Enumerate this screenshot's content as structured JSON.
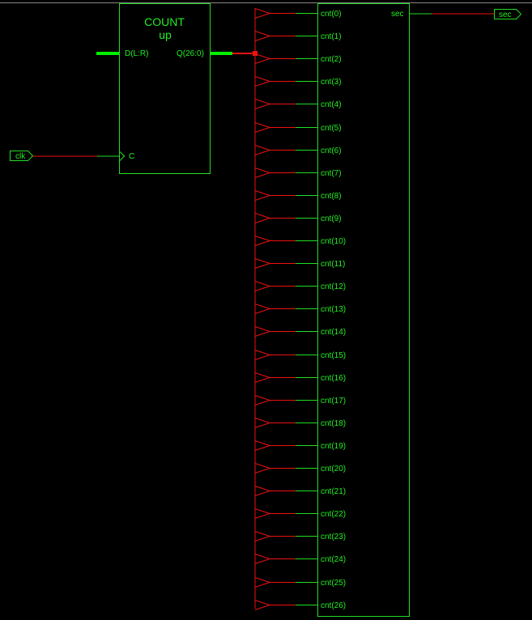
{
  "colors": {
    "background": "#000000",
    "symbol": "#22dd22",
    "net": "#ee1111",
    "bus": "#00ee00",
    "text": "#22ee22",
    "top_line": "#888888"
  },
  "counter": {
    "title_line1": "COUNT",
    "title_line2": "up",
    "pin_data_in": "D(L:R)",
    "pin_q_out": "Q(26:0)",
    "pin_clock": "C"
  },
  "ports": {
    "input_clk": "clk",
    "output_sec": "sec"
  },
  "logic_block": {
    "output_pin": "sec",
    "input_pins": [
      "cnt(0)",
      "cnt(1)",
      "cnt(2)",
      "cnt(3)",
      "cnt(4)",
      "cnt(5)",
      "cnt(6)",
      "cnt(7)",
      "cnt(8)",
      "cnt(9)",
      "cnt(10)",
      "cnt(11)",
      "cnt(12)",
      "cnt(13)",
      "cnt(14)",
      "cnt(15)",
      "cnt(16)",
      "cnt(17)",
      "cnt(18)",
      "cnt(19)",
      "cnt(20)",
      "cnt(21)",
      "cnt(22)",
      "cnt(23)",
      "cnt(24)",
      "cnt(25)",
      "cnt(26)"
    ]
  }
}
